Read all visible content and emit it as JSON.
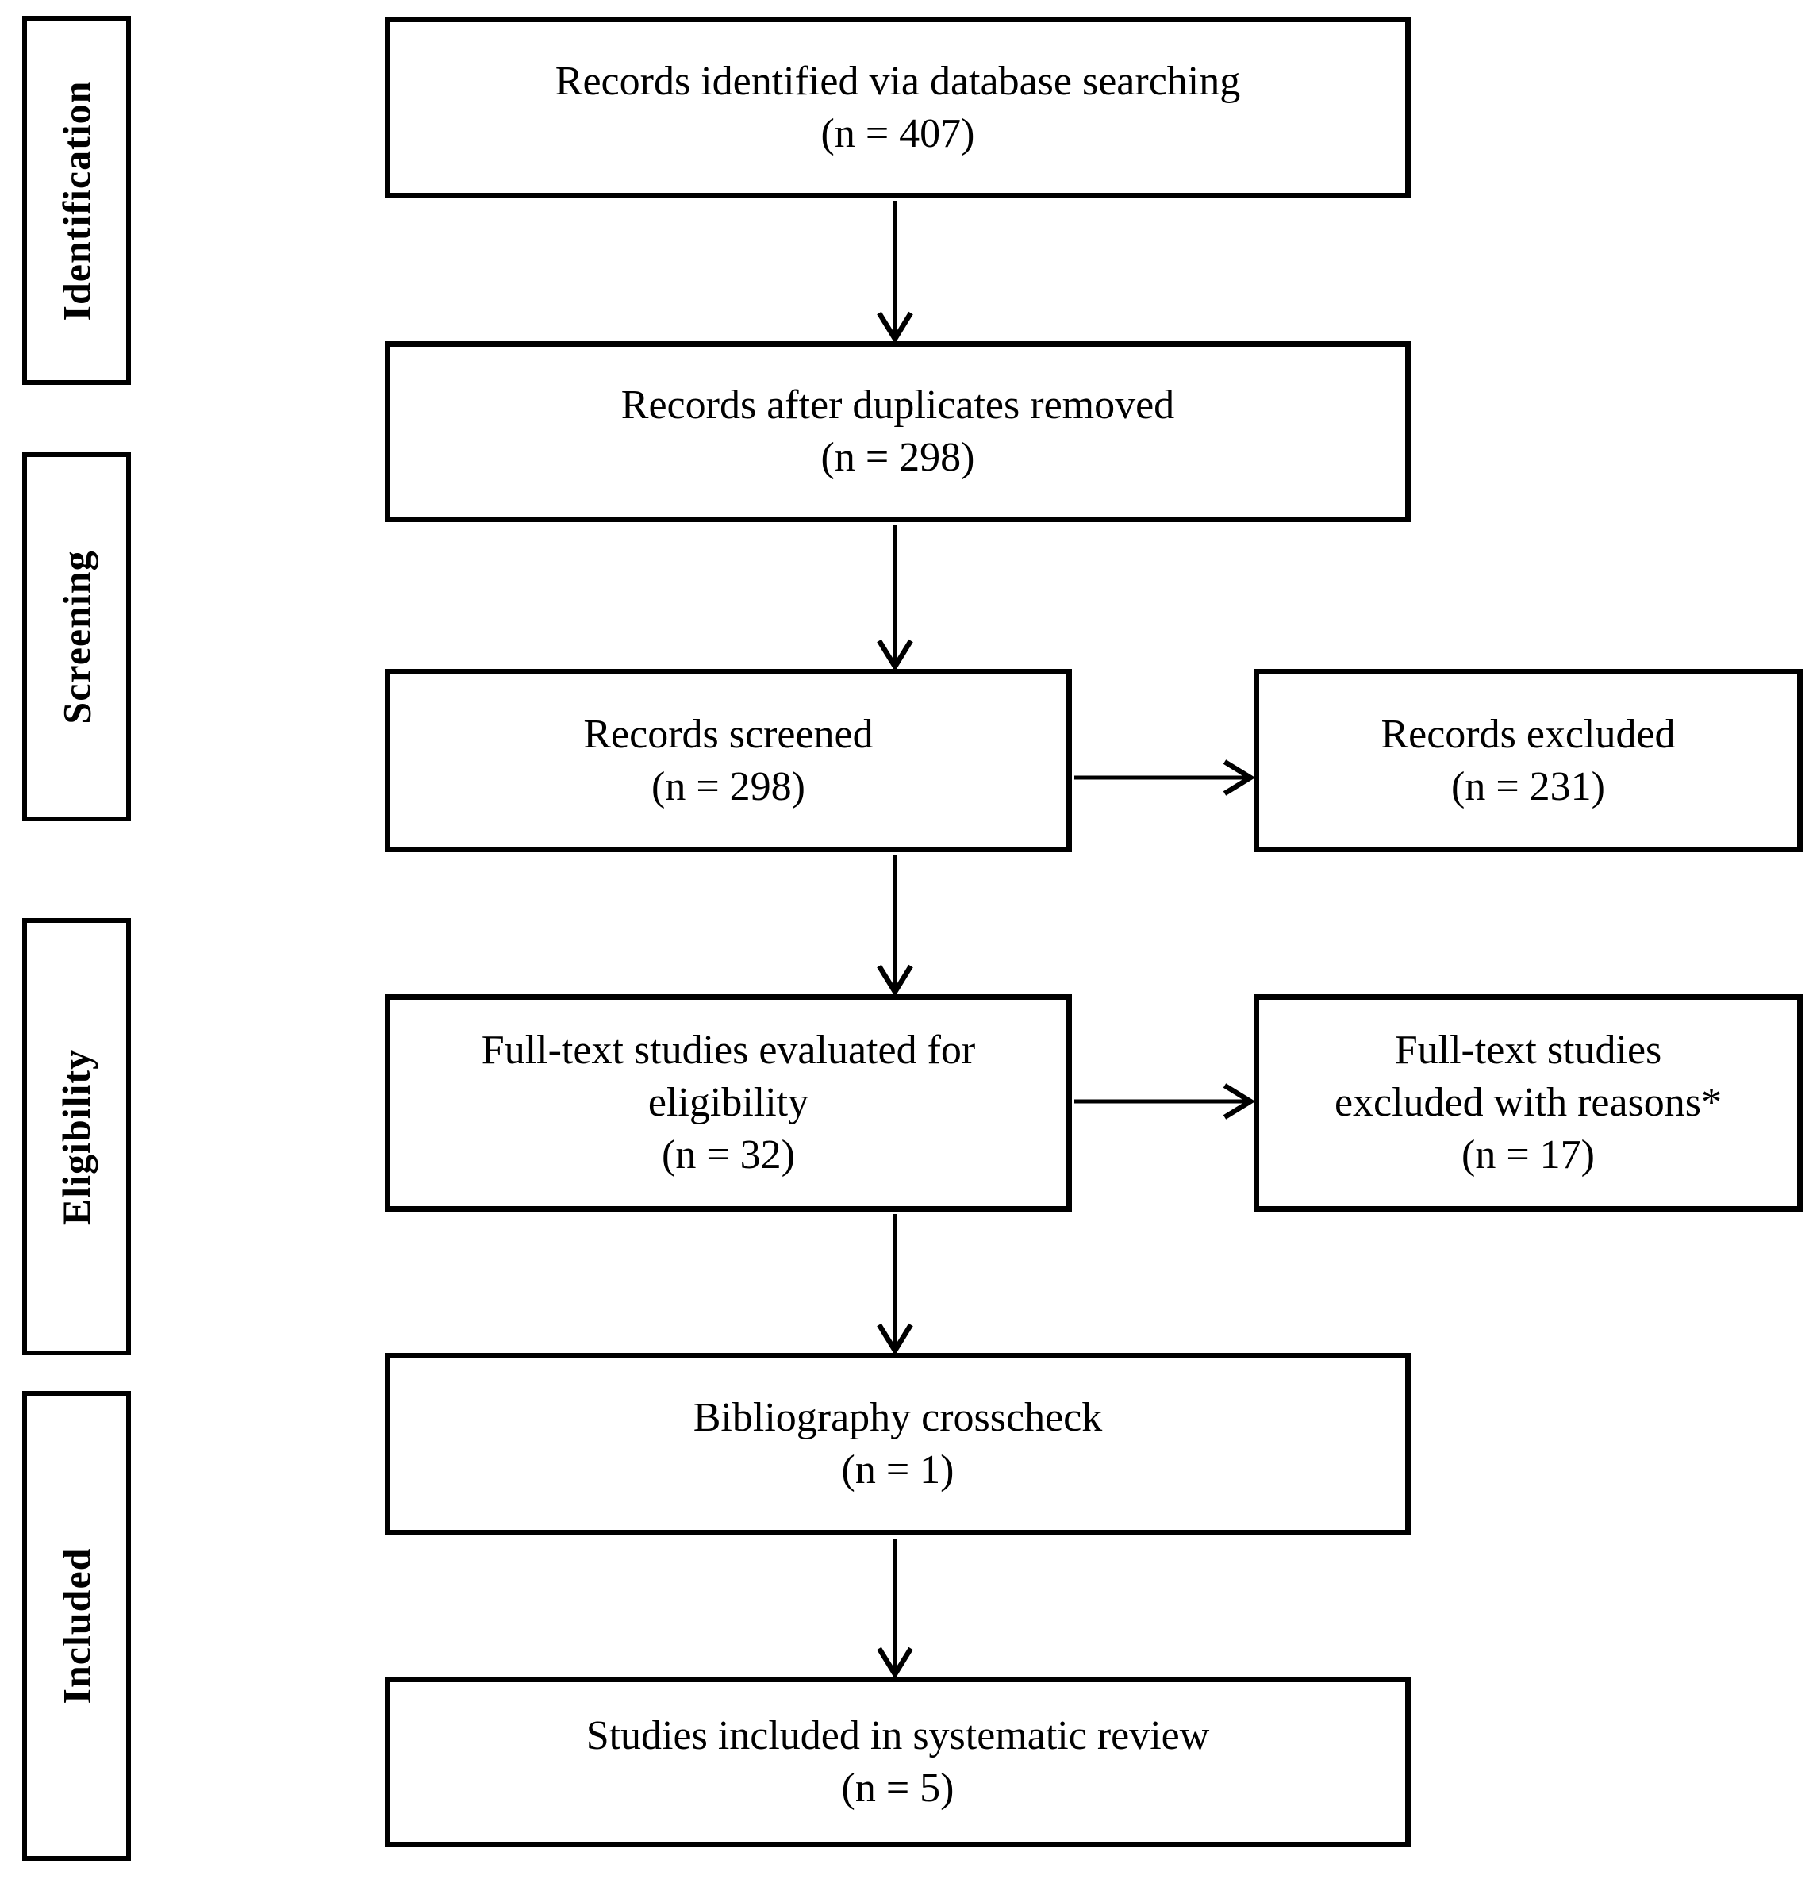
{
  "colors": {
    "ink": "#000000",
    "paper": "#ffffff"
  },
  "sidebar": {
    "stages": [
      {
        "label": "Identification"
      },
      {
        "label": "Screening"
      },
      {
        "label": "Eligibility"
      },
      {
        "label": "Included"
      }
    ]
  },
  "flow": {
    "identified": {
      "lines": [
        "Records identified via database searching",
        "(n = 407)"
      ]
    },
    "deduplicated": {
      "lines": [
        "Records after duplicates removed",
        "(n = 298)"
      ]
    },
    "screened": {
      "lines": [
        "Records screened",
        "(n = 298)"
      ]
    },
    "records_excluded": {
      "lines": [
        "Records excluded",
        "(n = 231)"
      ]
    },
    "fulltext_evaluated": {
      "lines": [
        "Full-text studies evaluated for",
        "eligibility",
        "(n = 32)"
      ]
    },
    "fulltext_excluded": {
      "lines": [
        "Full-text studies",
        "excluded with reasons*",
        "(n = 17)"
      ]
    },
    "bibliography_crosscheck": {
      "lines": [
        "Bibliography crosscheck",
        "(n = 1)"
      ]
    },
    "studies_included": {
      "lines": [
        "Studies included in systematic review",
        "(n = 5)"
      ]
    }
  }
}
